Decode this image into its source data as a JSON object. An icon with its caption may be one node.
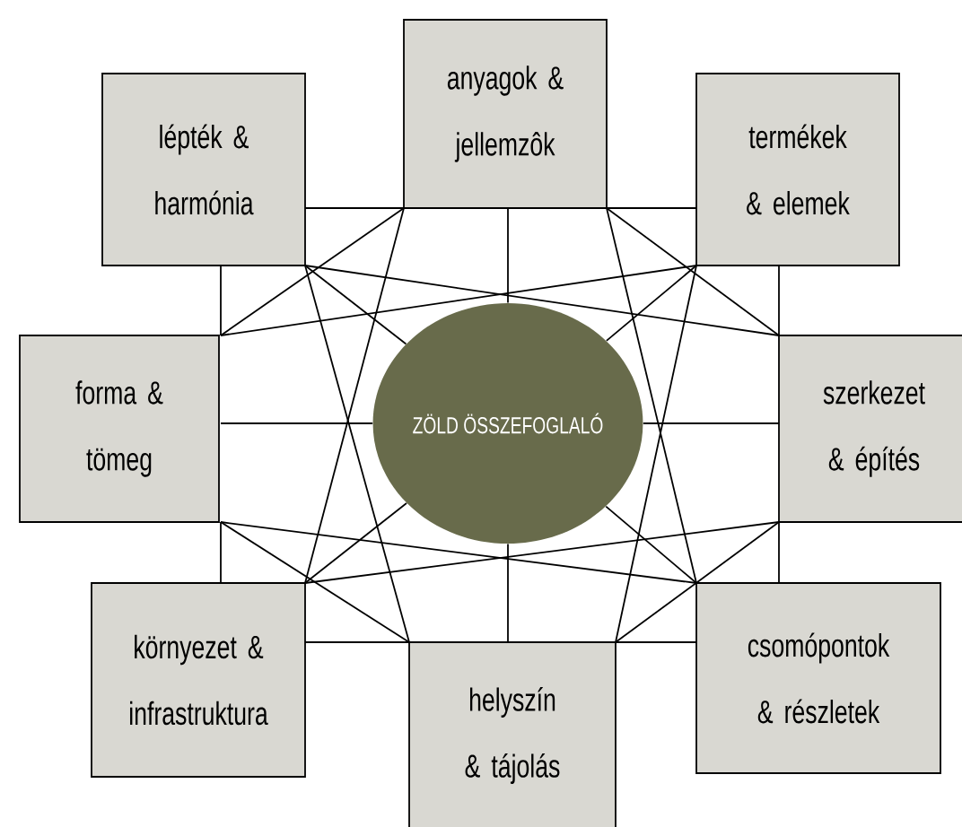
{
  "diagram": {
    "nodes": [
      {
        "text": [
          "lépték & harmónia"
        ]
      },
      {
        "text": [
          "anyagok & jellemzôk"
        ]
      },
      {
        "text": [
          "termékek & elemek"
        ]
      },
      {
        "text": [
          "forma & tömeg"
        ]
      },
      {
        "text": [
          "ZÖLD ÖSSZEFOGLALÓ"
        ]
      },
      {
        "text": [
          "szerkezet & építés"
        ]
      },
      {
        "text": [
          "környezet & infrastruktura"
        ]
      },
      {
        "text": [
          "helyszín & tájolás"
        ]
      },
      {
        "text": [
          "csomópontok & részletek"
        ]
      }
    ],
    "edges": [
      {
        "from": 0,
        "to": 1,
        "arrow": "none"
      },
      {
        "from": 1,
        "to": 2,
        "arrow": "none"
      },
      {
        "from": 2,
        "to": 5,
        "arrow": "none"
      },
      {
        "from": 5,
        "to": 8,
        "arrow": "none"
      },
      {
        "from": 8,
        "to": 7,
        "arrow": "none"
      },
      {
        "from": 7,
        "to": 6,
        "arrow": "none"
      },
      {
        "from": 6,
        "to": 3,
        "arrow": "none"
      },
      {
        "from": 3,
        "to": 0,
        "arrow": "none"
      },
      {
        "from": 1,
        "to": 4,
        "arrow": "none"
      },
      {
        "from": 7,
        "to": 4,
        "arrow": "none"
      },
      {
        "from": 3,
        "to": 4,
        "arrow": "none"
      },
      {
        "from": 5,
        "to": 4,
        "arrow": "none"
      },
      {
        "from": 0,
        "to": 4,
        "arrow": "none"
      },
      {
        "from": 2,
        "to": 4,
        "arrow": "none"
      },
      {
        "from": 6,
        "to": 4,
        "arrow": "none"
      },
      {
        "from": 8,
        "to": 4,
        "arrow": "none"
      },
      {
        "from": 0,
        "to": 5,
        "arrow": "none"
      },
      {
        "from": 2,
        "to": 3,
        "arrow": "none"
      },
      {
        "from": 3,
        "to": 8,
        "arrow": "none"
      },
      {
        "from": 6,
        "to": 5,
        "arrow": "none"
      },
      {
        "from": 1,
        "to": 3,
        "arrow": "none"
      },
      {
        "from": 1,
        "to": 6,
        "arrow": "none"
      },
      {
        "from": 1,
        "to": 5,
        "arrow": "none"
      },
      {
        "from": 1,
        "to": 8,
        "arrow": "none"
      },
      {
        "from": 0,
        "to": 7,
        "arrow": "none"
      },
      {
        "from": 2,
        "to": 7,
        "arrow": "none"
      },
      {
        "from": 3,
        "to": 7,
        "arrow": "none"
      },
      {
        "from": 5,
        "to": 7,
        "arrow": "none"
      }
    ]
  }
}
